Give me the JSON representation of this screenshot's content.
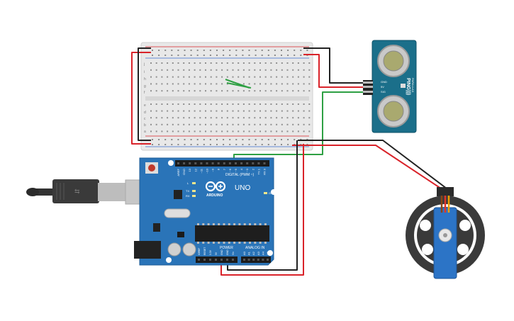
{
  "arduino": {
    "brand": "ARDUINO",
    "model": "UNO",
    "digital_header": "DIGITAL (PWM ~)",
    "power_header": "POWER",
    "analog_header": "ANALOG IN",
    "on_label": "ON",
    "l_label": "L",
    "tx_label": "TX",
    "rx_label": "RX",
    "digital_pins": [
      "AREF",
      "GND",
      "13",
      "12",
      "~11",
      "~10",
      "~9",
      "8",
      "7",
      "~6",
      "~5",
      "4",
      "~3",
      "2",
      "TX 1",
      "RX 0"
    ],
    "power_pins": [
      "IOREF",
      "RESET",
      "3.3V",
      "5V",
      "GND",
      "GND",
      "Vin"
    ],
    "analog_pins": [
      "A0",
      "A1",
      "A2",
      "A3",
      "A4",
      "A5"
    ]
  },
  "sensor": {
    "model": "PING)))",
    "brand": "PARALLAX",
    "pins": [
      "GND",
      "5V",
      "SIG"
    ]
  },
  "breadboard": {
    "row_letters_top": [
      "j",
      "i",
      "h",
      "g",
      "f"
    ],
    "row_letters_bottom": [
      "e",
      "d",
      "c",
      "b",
      "a"
    ]
  },
  "colors": {
    "arduino_board": "#2a74b8",
    "sensor_board": "#1b6f8a",
    "servo_body": "#2c74c6",
    "wheel": "#3a3a3a",
    "wire_red": "#d9232a",
    "wire_black": "#222222",
    "wire_green": "#2ea043",
    "breadboard": "#e6e6e6"
  }
}
